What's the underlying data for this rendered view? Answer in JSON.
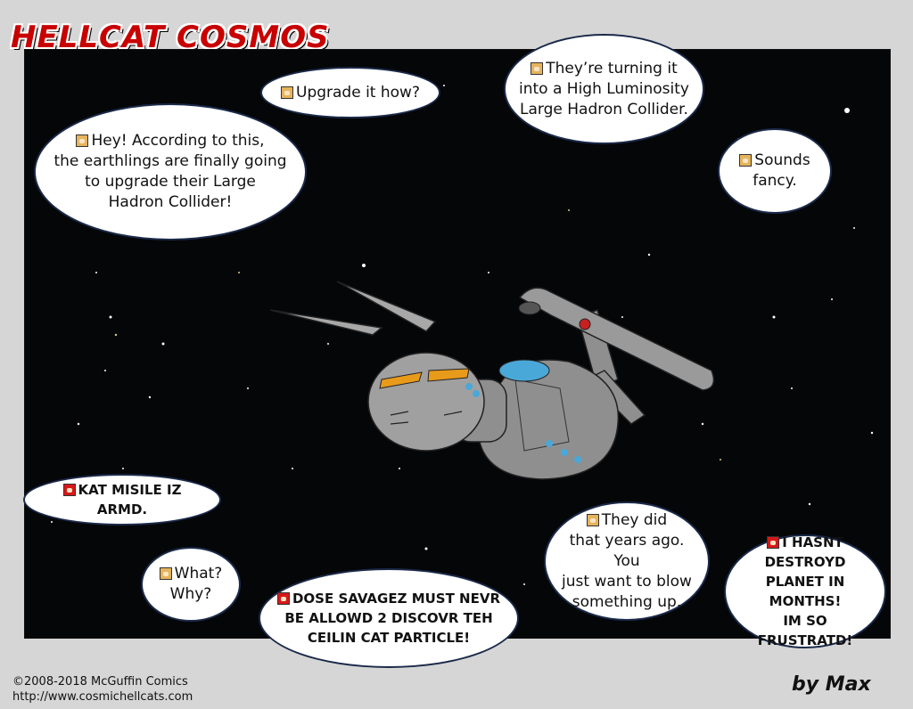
{
  "comic_title": "HELLCAT COSMOS",
  "bubbles": [
    {
      "id": "b1",
      "speaker": "tan",
      "text": "Upgrade it how?"
    },
    {
      "id": "b2",
      "speaker": "tan",
      "text": "They’re turning it\ninto a High Luminosity\nLarge Hadron Collider."
    },
    {
      "id": "b3",
      "speaker": "tan",
      "text": "Hey! According to this,\nthe earthlings are finally going\nto upgrade their Large\nHadron Collider!"
    },
    {
      "id": "b4",
      "speaker": "tan",
      "text": "Sounds\nfancy."
    },
    {
      "id": "b5",
      "speaker": "red",
      "text": "KAT MISILE IZ ARMD."
    },
    {
      "id": "b6",
      "speaker": "tan",
      "text": "What?\nWhy?"
    },
    {
      "id": "b7",
      "speaker": "red",
      "text": "DOSE SAVAGEZ MUST NEVR\nBE ALLOWD 2 DISCOVR TEH\nCEILIN CAT PARTICLE!"
    },
    {
      "id": "b8",
      "speaker": "tan",
      "text": "They did\nthat years ago. You\njust want to blow\nsomething up."
    },
    {
      "id": "b9",
      "speaker": "red",
      "text": "I HASNT DESTROYD\nPLANET IN MONTHS!\nIM SO FRUSTRATD!"
    }
  ],
  "copyright_line1": "©2008-2018 McGuffin Comics",
  "copyright_line2": "http://www.cosmichellcats.com",
  "byline": "by Max",
  "colors": {
    "title": "#c80000",
    "space": "#050608",
    "bubble_border": "#1b2a4a",
    "ship_hull": "#8f8f8f",
    "ship_accent": "#e89a1a",
    "dome": "#4aa8d8"
  }
}
